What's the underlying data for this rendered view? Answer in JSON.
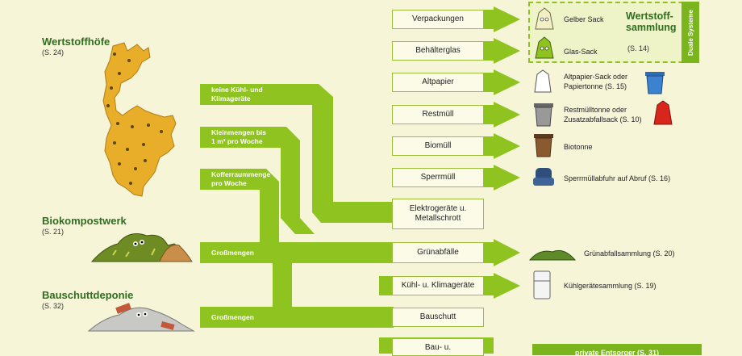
{
  "facilities": [
    {
      "name": "Wertstoffhöfe",
      "page": "(S. 24)"
    },
    {
      "name": "Biokompostwerk",
      "page": "(S. 21)"
    },
    {
      "name": "Bauschuttdeponie",
      "page": "(S. 32)"
    }
  ],
  "arrow_labels": {
    "keine_kuehl": [
      "keine Kühl- und",
      "Klimageräte"
    ],
    "kleinmengen": [
      "Kleinmengen bis",
      "1 m³ pro Woche"
    ],
    "koffer": [
      "Kofferraummenge",
      "pro Woche"
    ],
    "grossmengen_1": "Großmengen",
    "grossmengen_2": "Großmengen"
  },
  "categories": [
    "Verpackungen",
    "Behälterglas",
    "Altpapier",
    "Restmüll",
    "Biomüll",
    "Sperrmüll",
    [
      "Elektrogeräte u.",
      "Metallschrott"
    ],
    "Grünabfälle",
    "Kühl- u. Klimageräte",
    "Bauschutt",
    [
      "Bau- u.",
      ""
    ]
  ],
  "results": {
    "gelber_sack": "Gelber Sack",
    "glas_sack": "Glas-Sack",
    "wertstoff_title": [
      "Wertstoff-",
      "sammlung"
    ],
    "wertstoff_page": "(S. 14)",
    "duale": "Duale Systeme",
    "altpapier": [
      "Altpapier-Sack oder",
      "Papiertonne (S. 15)"
    ],
    "restmuell": [
      "Restmülltonne oder",
      "Zusatzabfallsack (S. 10)"
    ],
    "biotonne": "Biotonne",
    "sperrmuell": "Sperrmüllabfuhr auf Abruf (S. 16)",
    "gruen": "Grünabfallsammlung (S. 20)",
    "kuehl": "Kühlgerätesammlung (S. 19)",
    "private": "private Entsorger (S. 31)"
  },
  "colors": {
    "arrow": "#8fc31f",
    "title": "#2f6e1f",
    "background": "#f6f5d8",
    "map": "#e8ae2a"
  }
}
